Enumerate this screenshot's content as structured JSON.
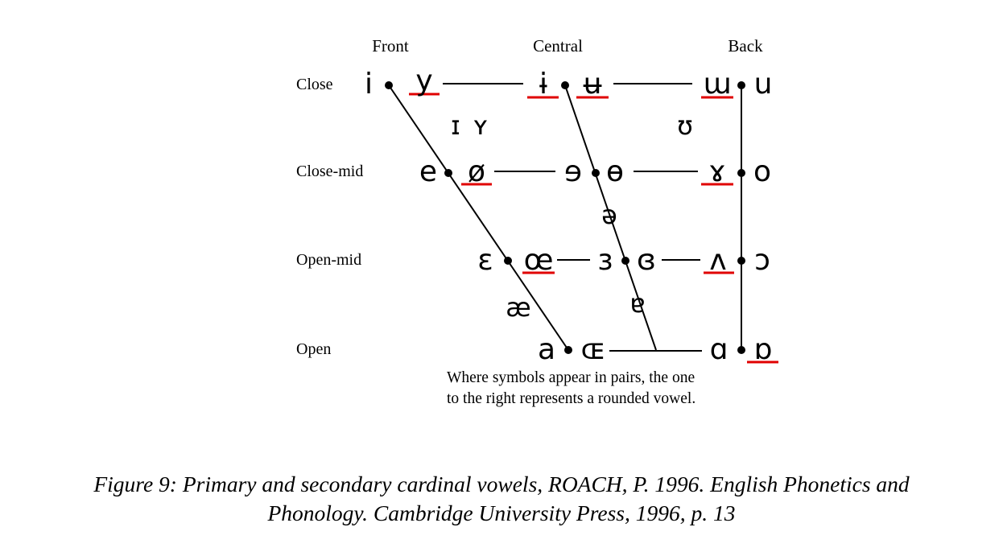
{
  "columns": {
    "front": "Front",
    "central": "Central",
    "back": "Back"
  },
  "rows": {
    "close": "Close",
    "close_mid": "Close-mid",
    "open_mid": "Open-mid",
    "open": "Open"
  },
  "vowels": {
    "close_front_unrounded": "i",
    "close_front_rounded": "y",
    "close_central_unrounded": "ɨ",
    "close_central_rounded": "ʉ",
    "close_back_unrounded": "ɯ",
    "close_back_rounded": "u",
    "near_close_front_unrounded": "ɪ",
    "near_close_front_rounded": "ʏ",
    "near_close_back_rounded": "ʊ",
    "close_mid_front_unrounded": "e",
    "close_mid_front_rounded": "ø",
    "close_mid_central_unrounded": "ɘ",
    "close_mid_central_rounded": "ɵ",
    "close_mid_back_unrounded": "ɤ",
    "close_mid_back_rounded": "o",
    "mid_central": "ə",
    "open_mid_front_unrounded": "ɛ",
    "open_mid_front_rounded": "œ",
    "open_mid_central_unrounded": "ɜ",
    "open_mid_central_rounded": "ɞ",
    "open_mid_back_unrounded": "ʌ",
    "open_mid_back_rounded": "ɔ",
    "near_open_front_unrounded": "æ",
    "near_open_central": "ɐ",
    "open_front_unrounded": "a",
    "open_front_rounded": "ɶ",
    "open_back_unrounded": "ɑ",
    "open_back_rounded": "ɒ"
  },
  "note": {
    "line1": "Where symbols appear in pairs, the one",
    "line2": "to the right represents a rounded vowel."
  },
  "caption": {
    "line1": "Figure 9: Primary and secondary cardinal vowels, ROACH, P. 1996. English Phonetics and",
    "line2": "Phonology. Cambridge University Press, 1996, p. 13"
  },
  "colors": {
    "lines": "#000000",
    "underline": "#e00000"
  }
}
